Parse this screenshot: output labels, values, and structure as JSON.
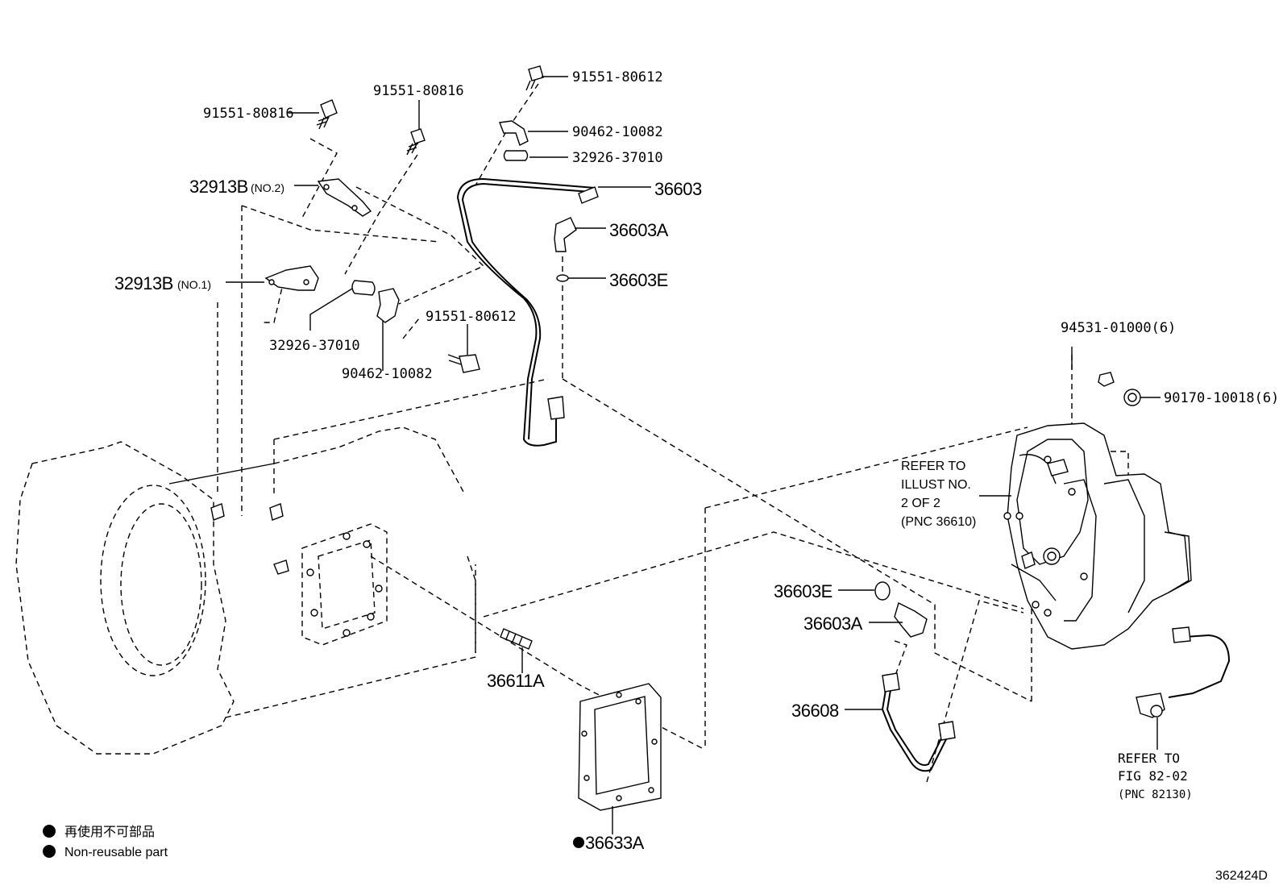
{
  "labels": {
    "p91551_80816_left": "91551-80816",
    "p91551_80816_mid": "91551-80816",
    "p91551_80612_top": "91551-80612",
    "p90462_10082_top": "90462-10082",
    "p32926_37010_top": "32926-37010",
    "p36603": "36603",
    "p36603A_top": "36603A",
    "p36603E_top": "36603E",
    "p32913B_no2": "32913B",
    "no2": "(NO.2)",
    "p32913B_no1": "32913B",
    "no1": "(NO.1)",
    "p91551_80612_mid": "91551-80612",
    "p32926_37010_low": "32926-37010",
    "p90462_10082_low": "90462-10082",
    "p94531": "94531-01000(6)",
    "p90170": "90170-10018(6)",
    "p36603E_low": "36603E",
    "p36603A_low": "36603A",
    "p36608": "36608",
    "p36611A": "36611A",
    "p36633A": "36633A"
  },
  "refer_illust": [
    "REFER TO",
    "ILLUST NO.",
    "2 OF 2",
    "(PNC 36610)"
  ],
  "refer_fig": [
    "REFER TO",
    "FIG 82-02",
    "(PNC 82130)"
  ],
  "legend": {
    "line1": "再使用不可部品",
    "line2": "Non-reusable part"
  },
  "figure_id": "362424D"
}
